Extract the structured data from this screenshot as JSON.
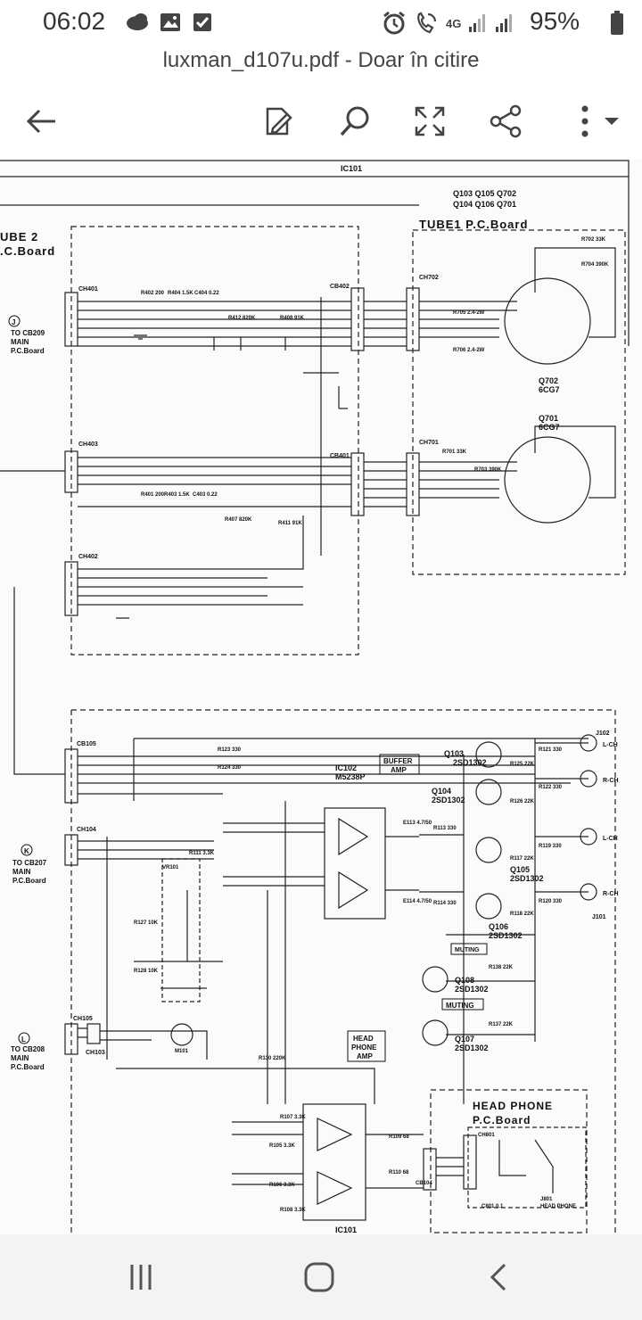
{
  "status": {
    "time": "06:02",
    "network": "4G",
    "battery": "95%"
  },
  "header": {
    "title": "luxman_d107u.pdf - Doar în citire"
  },
  "schematic": {
    "ic101_top": "IC101",
    "ic101_bottom": "IC101",
    "q_list_1": "Q103   Q105   Q702",
    "q_list_2": "Q104   Q106   Q701",
    "tube1_board": "TUBE1  P.C.Board",
    "tube2_board_1": "UBE 2",
    "tube2_board_2": ".C.Board",
    "ch401": "CH401",
    "ch403": "CH403",
    "ch402": "CH402",
    "cb402": "CB402",
    "cb401": "CB401",
    "ch702": "CH702",
    "ch701": "CH701",
    "to_cb209": "TO CB209",
    "main_1": "MAIN",
    "pcboard_1": "P.C.Board",
    "conn_j": "J",
    "q702": "Q702",
    "q702_type": "6CG7",
    "q701": "Q701",
    "q701_type": "6CG7",
    "r402": "R402 200",
    "r404": "R404 1.5K",
    "c404": "C404 0.22",
    "r412": "R412 820K",
    "r408": "R408 91K",
    "r401": "R401 200",
    "r403": "R403 1.5K",
    "c403": "C403 0.22",
    "r407": "R407 820K",
    "r411": "R411 91K",
    "r702": "R702 33K",
    "r704": "R704 390K",
    "r705": "R705 2.4-2W",
    "r706": "R706 2.4-2W",
    "r701": "R701 33K",
    "r703": "R703 390K",
    "cb105": "CB105",
    "ch104": "CH104",
    "ch105": "CH105",
    "ch103": "CH103",
    "to_cb207": "TO CB207",
    "main_2": "MAIN",
    "pcboard_2": "P.C.Board",
    "conn_k": "K",
    "to_cb208": "TO CB208",
    "main_3": "MAIN",
    "pcboard_3": "P.C.Board",
    "conn_l": "L",
    "ic102": "IC102",
    "ic102_type": "M5238P",
    "buffer_amp_1": "BUFFER",
    "buffer_amp_2": "AMP",
    "head_phone_amp_1": "HEAD",
    "head_phone_amp_2": "PHONE",
    "head_phone_amp_3": "AMP",
    "head_phone_board_1": "HEAD PHONE",
    "head_phone_board_2": "P.C.Board",
    "ch801": "CH801",
    "j801": "J801",
    "j801_label": "HEAD PHONE",
    "c801": "C801 0.1",
    "q103": "Q103",
    "q103_type": "2SD1302",
    "q104": "Q104",
    "q104_type": "2SD1302",
    "q105": "Q105",
    "q105_type": "2SD1302",
    "q106": "Q106",
    "q106_type": "2SD1302",
    "q108": "Q108",
    "q108_type": "2SD1302",
    "q107": "Q107",
    "q107_type": "2SD1302",
    "muting_1": "MUTING",
    "muting_2": "MUTING",
    "j102": "J102",
    "j101": "J101",
    "lch_1": "L-CH",
    "rch_1": "R-CH",
    "lch_2": "L-CH",
    "rch_2": "R-CH",
    "r123": "R123 330",
    "r124": "R124 330",
    "r121": "R121 330",
    "r122": "R122 330",
    "r119": "R119 330",
    "r120": "R120 330",
    "r125": "R125 22K",
    "r126": "R126 22K",
    "r117": "R117 22K",
    "r118": "R118 22K",
    "r113": "R113 330",
    "r114": "R114 330",
    "e113": "E113 4.7/50",
    "e114": "E114 4.7/50",
    "r111": "R111 3.3K",
    "vr101": "VR101",
    "r127": "R127 10K",
    "r128": "R128 10K",
    "m101": "M101",
    "r138": "R138 22K",
    "r137": "R137 22K",
    "r105": "R105 3.3K",
    "r106": "R106 3.3K",
    "r107": "R107 3.3K",
    "r108": "R108 3.3K",
    "r109": "R109 68",
    "r110": "R110 68",
    "r130": "R130 220K",
    "cb104": "CB104"
  }
}
